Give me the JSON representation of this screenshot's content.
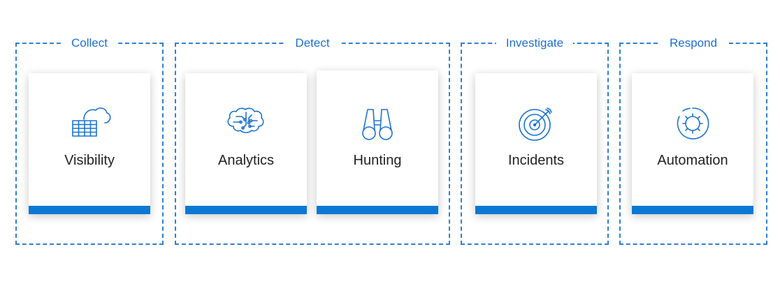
{
  "groups": {
    "collect": {
      "label": "Collect"
    },
    "detect": {
      "label": "Detect"
    },
    "investigate": {
      "label": "Investigate"
    },
    "respond": {
      "label": "Respond"
    }
  },
  "cards": {
    "visibility": {
      "label": "Visibility",
      "icon": "cloud-table-icon"
    },
    "analytics": {
      "label": "Analytics",
      "icon": "brain-circuit-icon"
    },
    "hunting": {
      "label": "Hunting",
      "icon": "binoculars-icon"
    },
    "incidents": {
      "label": "Incidents",
      "icon": "target-arrow-icon"
    },
    "automation": {
      "label": "Automation",
      "icon": "gear-cycle-icon"
    }
  },
  "colors": {
    "accent": "#0b78d4",
    "dashed_border": "#2f7fd6",
    "group_label": "#1e6fd0",
    "card_text": "#222222"
  }
}
